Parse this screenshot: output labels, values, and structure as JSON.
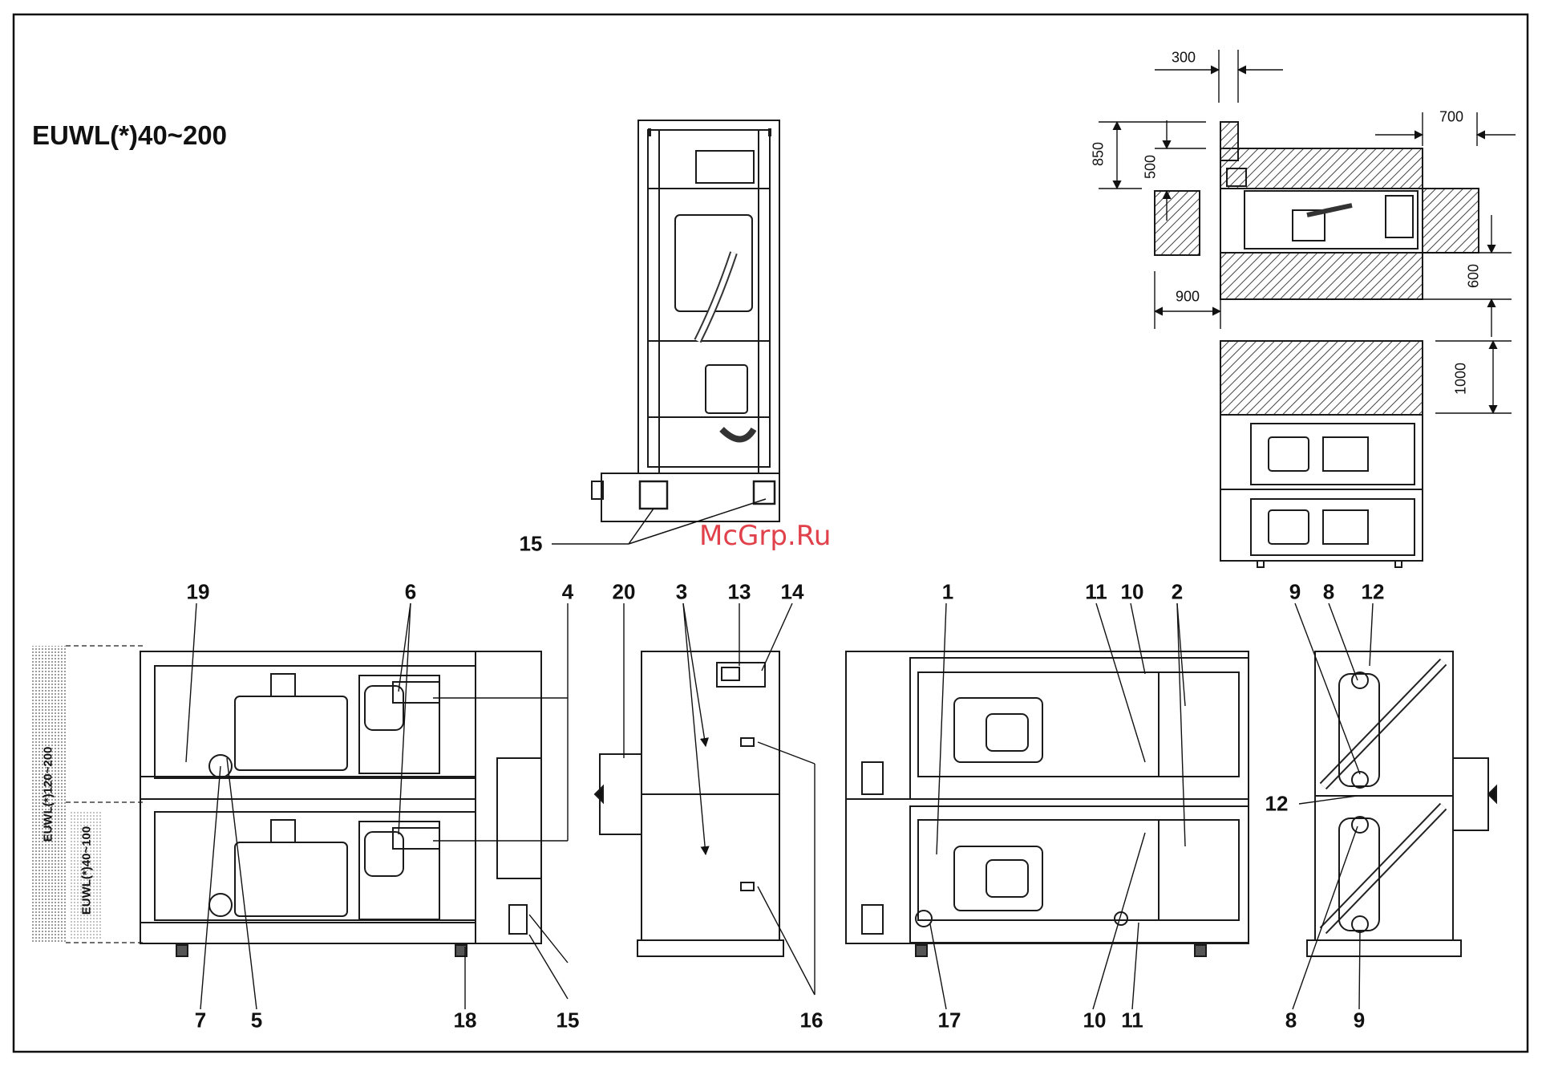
{
  "title": "EUWL(*)40~200",
  "watermark": "McGrp.Ru",
  "dimensions": [
    "300",
    "700",
    "850",
    "500",
    "600",
    "900",
    "1000"
  ],
  "model_labels": [
    "EUWL(*)120~200",
    "EUWL(*)40~100"
  ],
  "callouts": {
    "c15_top": "15",
    "c19": "19",
    "c6": "6",
    "c4": "4",
    "c20": "20",
    "c3": "3",
    "c13": "13",
    "c14": "14",
    "c1": "1",
    "c11_top": "11",
    "c10_top": "10",
    "c2": "2",
    "c9_top": "9",
    "c8_top": "8",
    "c12_top": "12",
    "c12_mid": "12",
    "c7": "7",
    "c5": "5",
    "c18": "18",
    "c15_bot": "15",
    "c16": "16",
    "c17": "17",
    "c10_bot": "10",
    "c11_bot": "11",
    "c8_bot": "8",
    "c9_bot": "9"
  },
  "colors": {
    "line": "#1a1a1a",
    "hatch": "#444444",
    "watermark": "#e0414a"
  }
}
